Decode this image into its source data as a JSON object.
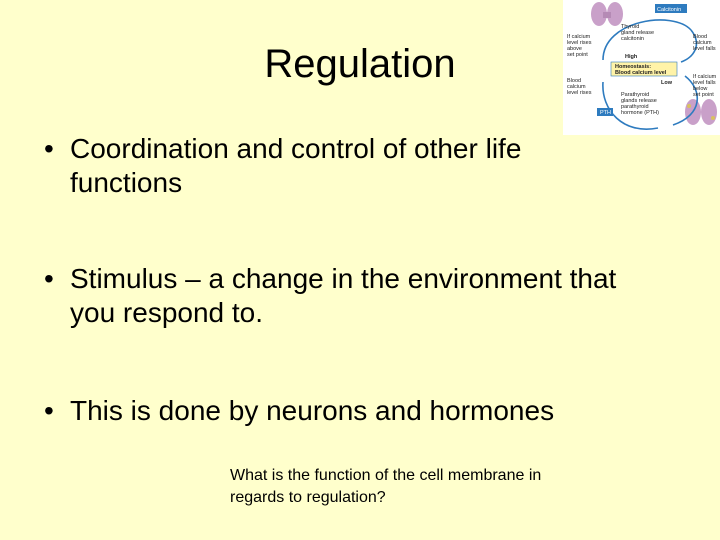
{
  "slide": {
    "title": "Regulation",
    "bullets": [
      "Coordination and control of other life functions",
      "Stimulus – a change in the environment that you respond to.",
      "This is done by neurons and hormones"
    ],
    "bullet_glyph": "•",
    "note": "What is the function of the cell membrane in regards to regulation?"
  },
  "diagram": {
    "calcitonin": "Calcitonin",
    "step1": "If calcium levels rises above set point",
    "step2": "Thyroid gland release calcitonin",
    "step3": "Blood calcium level falls",
    "homeostasis": "Homeostasis: Blood calcium level",
    "high": "High",
    "low": "Low",
    "step4": "If calcium levels falls below set point",
    "step5": "Parathyroid glands release parathyroid hormone (PTH)",
    "step6": "Blood calcium level rises",
    "pth": "PTH",
    "colors": {
      "arrow": "#2e7bbf",
      "panel": "#fff3a8",
      "gland": "#c9a0c9"
    }
  }
}
